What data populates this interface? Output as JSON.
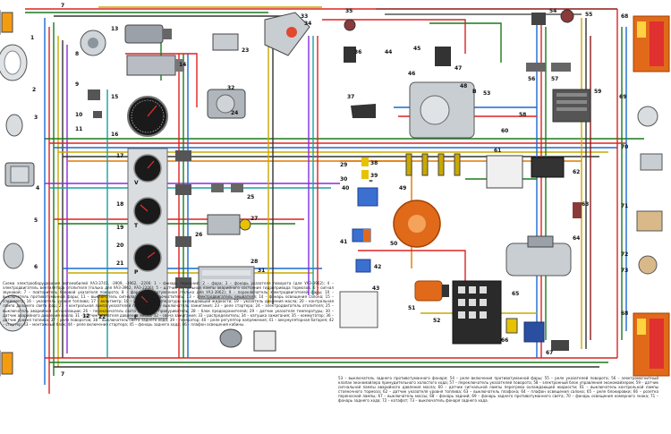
{
  "labels": {
    "n1": "1",
    "n2": "2",
    "n3": "3",
    "n4": "4",
    "n5": "5",
    "n6": "6",
    "n7": "7",
    "n8": "8",
    "n9": "9",
    "n10": "10",
    "n11": "11",
    "n12": "12",
    "n13": "13",
    "n14": "14",
    "n15": "15",
    "n16": "16",
    "n17": "17",
    "n18": "18",
    "n19": "19",
    "n20": "20",
    "n21": "21",
    "n22": "22",
    "n23": "23",
    "n24": "24",
    "n25": "25",
    "n26": "26",
    "n27": "27",
    "n28": "28",
    "n29": "29",
    "n30": "30",
    "n31": "31",
    "n32": "32",
    "n33": "33",
    "n34": "34",
    "n35": "35",
    "n36": "36",
    "n37": "37",
    "n38": "38",
    "n39": "39",
    "n40": "40",
    "n41": "41",
    "n42": "42",
    "n43": "43",
    "n44": "44",
    "n45": "45",
    "n46": "46",
    "n47": "47",
    "n48": "48",
    "n49": "49",
    "n50": "50",
    "n51": "51",
    "n52": "52",
    "n53": "53",
    "n54": "54",
    "n55": "55",
    "n56": "56",
    "n57": "57",
    "n58": "58",
    "n59": "59",
    "n60": "60",
    "n61": "61",
    "n62": "62",
    "n63": "63",
    "n64": "64",
    "n65": "65",
    "n66": "66",
    "n67": "67",
    "n68": "68",
    "n69": "69",
    "n70": "70",
    "n71": "71",
    "n72": "72",
    "n73": "73",
    "gauge_v": "V",
    "gauge_t": "T",
    "gauge_p": "P",
    "gauge_f": "F",
    "alt_b": "B",
    "eq_sign": "="
  },
  "legend_left": "Схема электрооборудования автомобилей УАЗ-3741, -3909, -3962, -2206: 1 – фонарь передний; 2 – фара; 3 – фонарь указателя поворота (для УАЗ-3962); 4 – электродвигатель вентилятора отопителя (только для УАЗ-3962, УАЗ-2206); 5 – датчик сигнальной лампы аварийного состояния гидропривода тормозов; 6 – сигнал звуковой; 7 – повторитель боковой указателя поворота; 8 – фара противотуманная (только для УАЗ-3962); 9 – переключатель электродвигателей фары; 10 – выключатель противотуманной фары; 11 – выключатель сигнала; 12 – стеклоочиститель; 13 – электродвигатель омывателя; 14 – фонарь освещения салона; 15 – спидометр; 16 – указатель уровня топлива; 17 – вольтметр; 18 – указатель температуры охлаждающей жидкости; 19 – указатель давления масла; 20 – контрольная лампа дальнего света фар; 21 – контрольная лампа указателей поворота; 22 – выключатель зажигания; 23 – реле стартера; 24 – электродвигатель отопителя; 25 – выключатель аварийной сигнализации; 26 – переключатель света фар; 27 – прикуриватель; 28 – блок предохранителей; 29 – датчик указателя температуры; 30 – датчик аварийного давления масла; 31 – датчик указателя давления масла; 32 – свеча зажигания; 33 – распределитель; 34 – катушка зажигания; 35 – коммутатор; 36 – датчик уровня топлива; 37 – реле поворотов; 38 – выключатель света заднего хода; 39 – генератор; 40 – реле регулятор напряжения; 41 – аккумуляторная батарея; 42 – стартер; 43 – монтажный блок; 44 – реле включения стартера; 45 – фонарь заднего хода; 46 – плафон освещения кабины.",
  "legend_right": "53 – выключатель заднего противотуманного фонаря; 54 – реле включения противотуманной фары; 55 – реле указателей поворота; 56 – электромагнитный клапан экономайзера принудительного холостого хода; 57 – переключатель указателей поворота; 58 – электронный блок управления экономайзером; 59 – датчик сигнальной лампы аварийного давления масла; 60 – датчик сигнальной лампы перегрева охлаждающей жидкости; 61 – выключатель контрольной лампы стояночного тормоза; 62 – датчик указателя уровня топлива; 63 – выключатель плафона; 64 – плафон освещения салона; 65 – реле блокировки; 66 – розетка переносной лампы; 67 – выключатель массы; 68 – фонарь задний; 69 – фонарь заднего противотуманного света; 70 – фонарь освещения номерного знака; 71 – фонарь заднего хода; 72 – катафот; 73 – выключатель фонаря заднего хода."
}
